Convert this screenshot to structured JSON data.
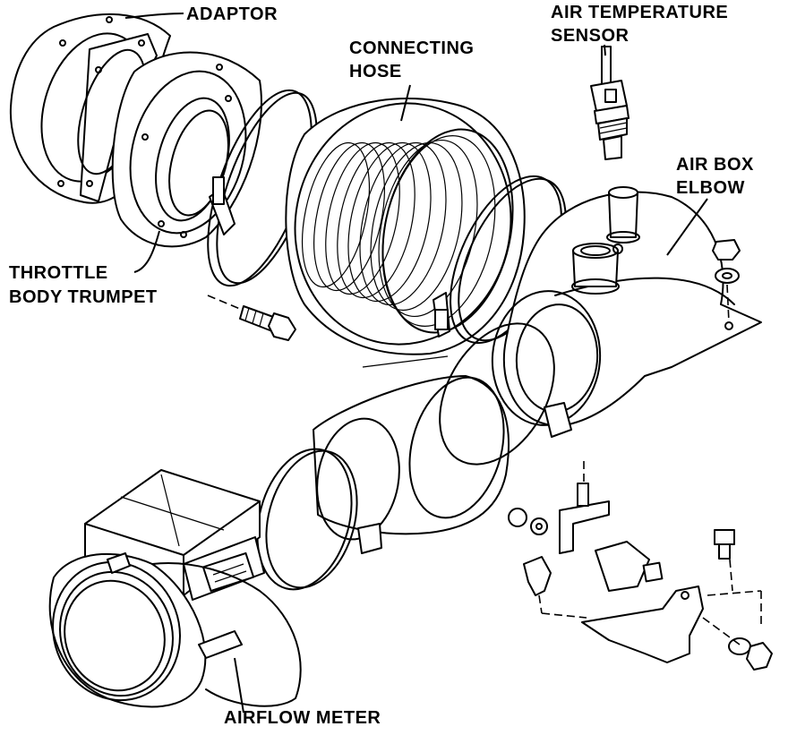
{
  "labels": {
    "adaptor": "ADAPTOR",
    "connecting_hose_1": "CONNECTING",
    "connecting_hose_2": "HOSE",
    "air_temp_1": "AIR TEMPERATURE",
    "air_temp_2": "SENSOR",
    "air_box_1": "AIR BOX",
    "air_box_2": "ELBOW",
    "throttle_1": "THROTTLE",
    "throttle_2": "BODY TRUMPET",
    "airflow_meter": "AIRFLOW METER"
  }
}
